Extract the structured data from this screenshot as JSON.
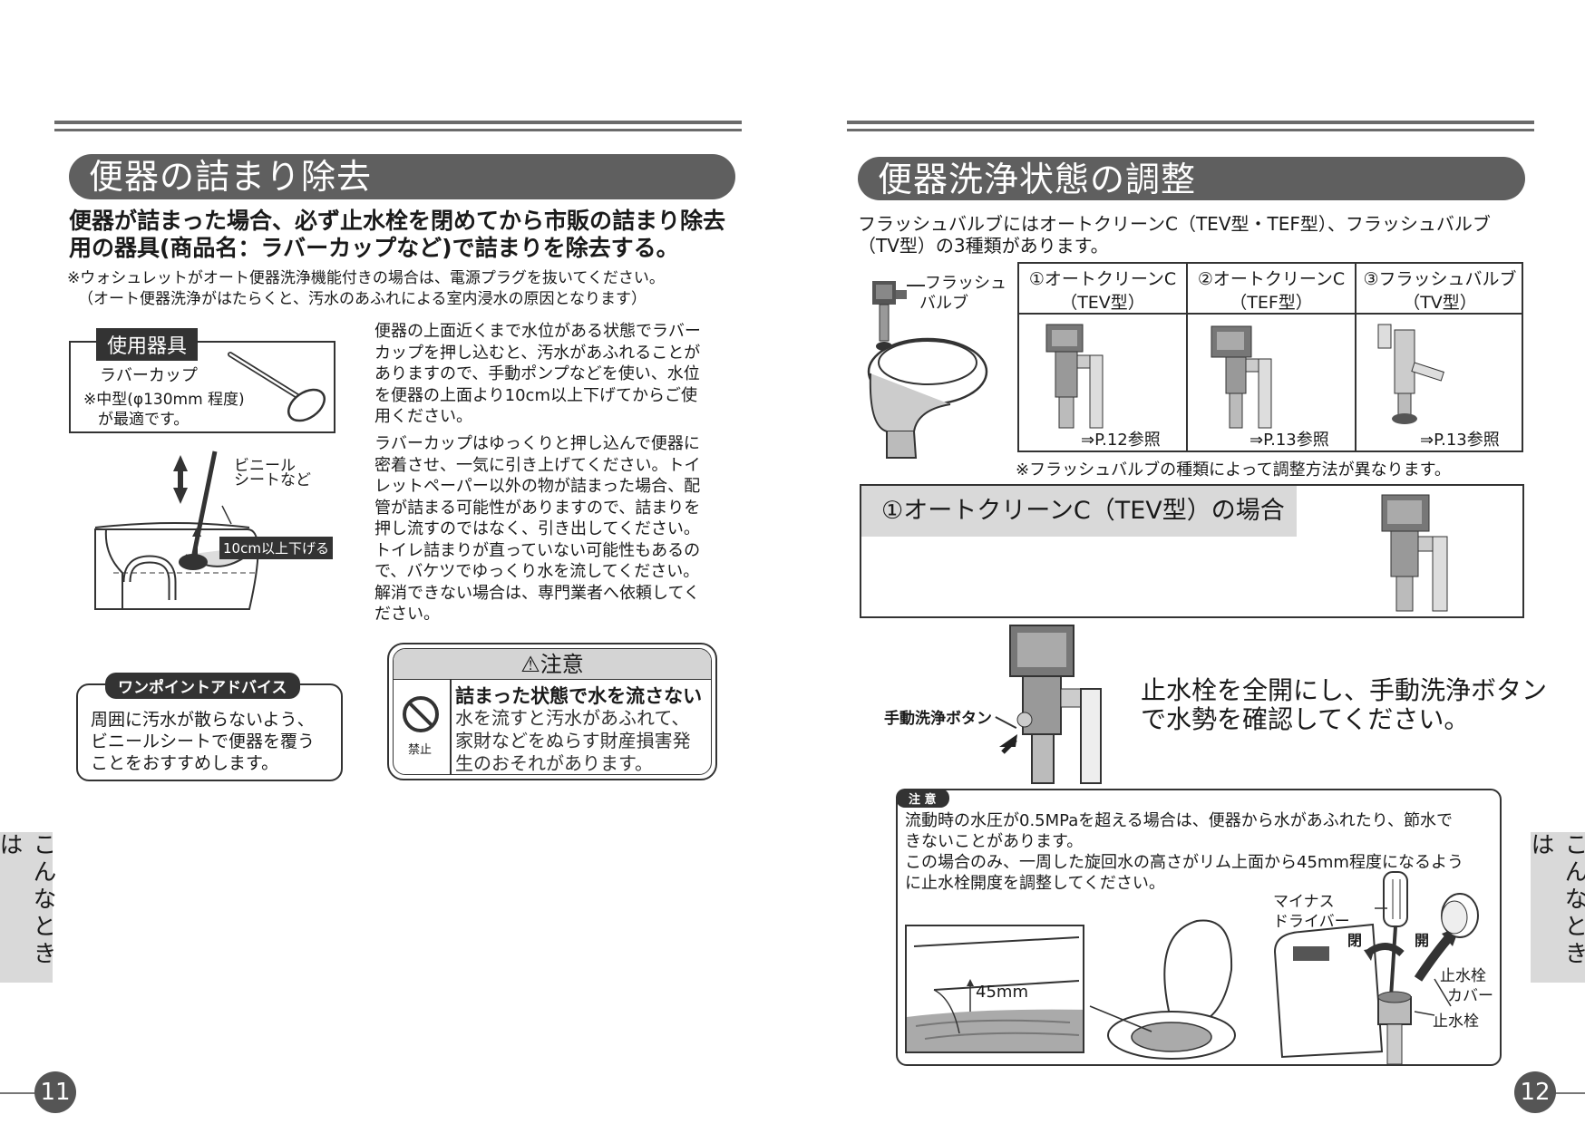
{
  "left": {
    "title": "便器の詰まり除去",
    "lead_1": "便器が詰まった場合、必ず止水栓を閉めてから市販の詰まり除去",
    "lead_2": "用の器具(商品名：ラバーカップなど)で詰まりを除去する。",
    "note_1": "※ウォシュレットがオート便器洗浄機能付きの場合は、電源プラグを抜いてください。",
    "note_2": "（オート便器洗浄がはたらくと、汚水のあふれによる室内浸水の原因となります）",
    "tool": {
      "heading": "使用器具",
      "name": "ラバーカップ",
      "size_1": "※中型(φ130mm 程度)",
      "size_2": "が最適です。"
    },
    "diagram": {
      "sheet_label_1": "ビニール",
      "sheet_label_2": "シートなど",
      "depth_label": "10cm以上下げる"
    },
    "para_1": [
      "便器の上面近くまで水位がある状態でラバー",
      "カップを押し込むと、汚水があふれることが",
      "ありますので、手動ポンプなどを使い、水位",
      "を便器の上面より10cm以上下げてからご使",
      "用ください。"
    ],
    "para_2": [
      "ラバーカップはゆっくりと押し込んで便器に",
      "密着させ、一気に引き上げてください。トイ",
      "レットペーパー以外の物が詰まった場合、配",
      "管が詰まる可能性がありますので、詰まりを",
      "押し流すのではなく、引き出してください。",
      "トイレ詰まりが直っていない可能性もあるの",
      "で、バケツでゆっくり水を流してください。",
      "解消できない場合は、専門業者へ依頼してく",
      "ださい。"
    ],
    "advice": {
      "heading": "ワンポイントアドバイス",
      "lines": [
        "周囲に汚水が散らないよう、",
        "ビニールシートで便器を覆う",
        "ことをおすすめします。"
      ]
    },
    "caution": {
      "heading": "⚠注意",
      "icon_label": "禁止",
      "title": "詰まった状態で水を流さない",
      "lines": [
        "水を流すと汚水があふれて、",
        "家財などをぬらす財産損害発",
        "生のおそれがあります。"
      ]
    },
    "side_tab": "こんなときは",
    "page_number": "11"
  },
  "right": {
    "title": "便器洗浄状態の調整",
    "intro_1": "フラッシュバルブにはオートクリーンC（TEV型・TEF型）、フラッシュバルブ",
    "intro_2": "（TV型）の3種類があります。",
    "toilet_label_1": "フラッシュ",
    "toilet_label_2": "バルブ",
    "types": [
      {
        "name": "①オートクリーンC",
        "model": "（TEV型）",
        "ref": "⇒P.12参照"
      },
      {
        "name": "②オートクリーンC",
        "model": "（TEF型）",
        "ref": "⇒P.13参照"
      },
      {
        "name": "③フラッシュバルブ",
        "model": "（TV型）",
        "ref": "⇒P.13参照"
      }
    ],
    "types_note": "※フラッシュバルブの種類によって調整方法が異なります。",
    "section_heading": "①オートクリーンC（TEV型）の場合",
    "button_label": "手動洗浄ボタン",
    "instruction_1": "止水栓を全開にし、手動洗浄ボタン",
    "instruction_2": "で水勢を確認してください。",
    "caution": {
      "badge": "注 意",
      "lines": [
        "流動時の水圧が0.5MPaを超える場合は、便器から水があふれたり、節水で",
        "きないことがあります。",
        "この場合のみ、一周した旋回水の高さがリム上面から45mm程度になるよう",
        "に止水栓開度を調整してください。"
      ],
      "measure": "45mm",
      "driver_1": "マイナス",
      "driver_2": "ドライバー",
      "close": "閉",
      "open": "開",
      "cover_1": "止水栓",
      "cover_2": "カバー",
      "valve": "止水栓"
    },
    "side_tab": "こんなときは",
    "page_number": "12"
  }
}
